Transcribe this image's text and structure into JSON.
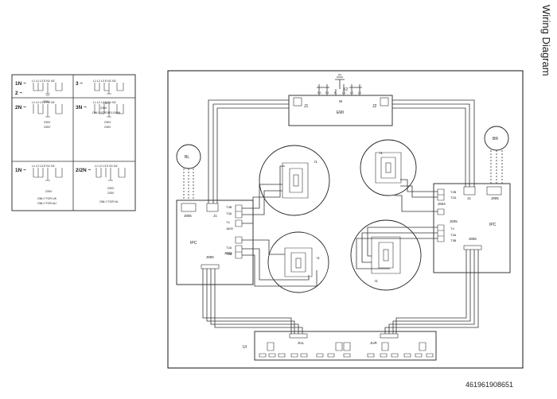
{
  "page": {
    "side_title": "Wiring Diagram",
    "doc_number": "461961908651"
  },
  "legend": {
    "cells": [
      {
        "code": "1N ~",
        "code2": "2 ~",
        "terminals": "L1 L2 L3  E  N1 N2",
        "notes": [
          "230V"
        ]
      },
      {
        "code": "3 ~",
        "code2": "",
        "terminals": "L1 L2 L3  E  N1 N2",
        "notes": [
          "230V",
          "230V",
          "ONLY FOR BELGIUM"
        ]
      },
      {
        "code": "2N ~",
        "code2": "",
        "terminals": "L1 L2 L3  E  N1 N2",
        "notes": [
          "230V",
          "230V"
        ]
      },
      {
        "code": "3N ~",
        "code2": "",
        "terminals": "L1 L2 L3  E  N1 N2",
        "notes": [
          "230V",
          "230V"
        ]
      },
      {
        "code": "1N ~",
        "code2": "",
        "terminals": "L1 L2 L3  E  N1 N2",
        "notes": [
          "230V",
          "ONLY FOR UK",
          "ONLY FOR AU"
        ]
      },
      {
        "code": "2/2N ~",
        "code2": "",
        "terminals": "L1 L2 L3  E  N1 N2",
        "notes": [
          "230V",
          "230V",
          "ONLY FOR NL"
        ]
      }
    ]
  },
  "diagram": {
    "x2": "X2",
    "emi": {
      "label": "EMI",
      "w": "W",
      "j1": "J1",
      "j2": "J2",
      "terminals": [
        "N2",
        "N1",
        "E",
        "L3",
        "L2",
        "L1"
      ]
    },
    "fan_left": "BL",
    "fan_right": "BR",
    "ipc_left": {
      "label": "IPC",
      "j805": "J805",
      "j1": "J1",
      "j806": "J806",
      "j604": "J604",
      "pins": [
        "T3B",
        "T3A",
        "T4",
        "J605",
        "T2A",
        "T2B"
      ]
    },
    "ipc_right": {
      "label": "IPC",
      "j805": "J805",
      "j1": "J1",
      "j806": "J806",
      "j604": "J604",
      "j605": "J605",
      "pins": [
        "T2B",
        "T2A",
        "T4",
        "T3A",
        "T3B"
      ]
    },
    "coil_labels": [
      "I1",
      "I1",
      "I1",
      "I1"
    ],
    "ui": {
      "label": "UI",
      "jul": "JUL",
      "jur": "JUR"
    }
  }
}
